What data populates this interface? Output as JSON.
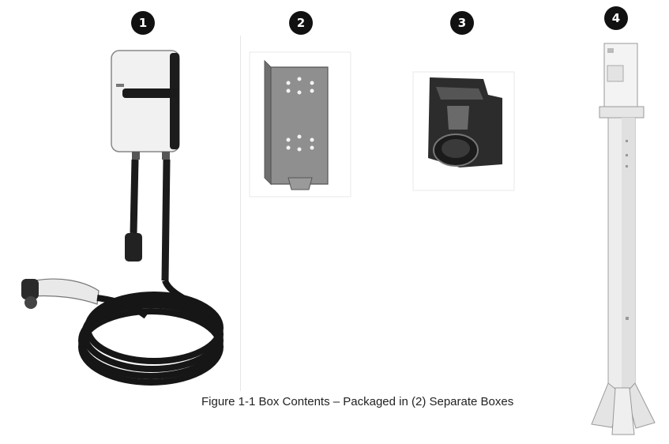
{
  "figure": {
    "caption": "Figure 1-1 Box Contents – Packaged in (2) Separate Boxes"
  },
  "items": [
    {
      "number": "1",
      "icon": "ev-charger-with-cable-icon"
    },
    {
      "number": "2",
      "icon": "wall-mounting-bracket-icon"
    },
    {
      "number": "3",
      "icon": "connector-holster-icon"
    },
    {
      "number": "4",
      "icon": "pedestal-post-icon"
    }
  ]
}
